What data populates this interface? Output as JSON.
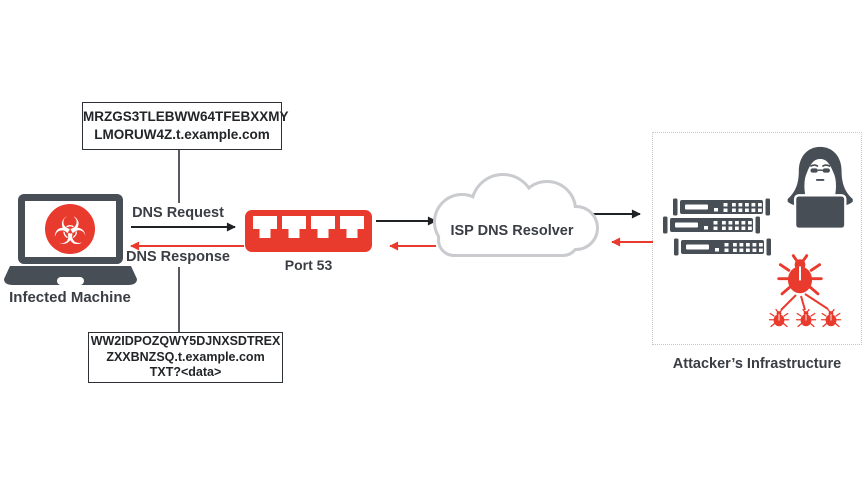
{
  "diagram": {
    "type": "dns-tunneling-flow",
    "labels": {
      "infected_machine": "Infected Machine",
      "dns_request": "DNS Request",
      "dns_response": "DNS Response",
      "port": "Port 53",
      "resolver": "ISP DNS Resolver",
      "attacker": "Attacker’s Infrastructure"
    },
    "request_box": {
      "line1": "MRZGS3TLEBWW64TFEBXXMY",
      "line2": "LMORUW4Z.t.example.com"
    },
    "response_box": {
      "line1": "WW2IDPOZQWY5DJNXSDTREX",
      "line2": "ZXXBNZSQ.t.example.com",
      "line3": "TXT?<data>"
    },
    "flows": [
      {
        "from": "infected-machine",
        "to": "port-53",
        "label": "DNS Request",
        "color": "black"
      },
      {
        "from": "port-53",
        "to": "infected-machine",
        "label": "DNS Response",
        "color": "red"
      },
      {
        "from": "port-53",
        "to": "isp-dns-resolver",
        "color": "black"
      },
      {
        "from": "isp-dns-resolver",
        "to": "port-53",
        "color": "red"
      },
      {
        "from": "isp-dns-resolver",
        "to": "attacker-infrastructure",
        "color": "black"
      },
      {
        "from": "attacker-infrastructure",
        "to": "isp-dns-resolver",
        "color": "red"
      }
    ],
    "icons": {
      "biohazard": "☣",
      "laptop": "laptop-icon",
      "ethernet_ports": "ethernet-switch-icon",
      "cloud": "cloud-icon",
      "servers": "server-stack-icon",
      "hacker": "hooded-hacker-icon",
      "malware": "bug-botnet-icon"
    },
    "colors": {
      "accent_red": "#E93A2E",
      "dark_gray": "#474E56",
      "text_dark": "#3A3E44",
      "cloud_outline": "#C9CBCE",
      "panel_border": "#C6C6C6",
      "box_border": "#2D3136",
      "arrow_black": "#1E2225"
    }
  }
}
